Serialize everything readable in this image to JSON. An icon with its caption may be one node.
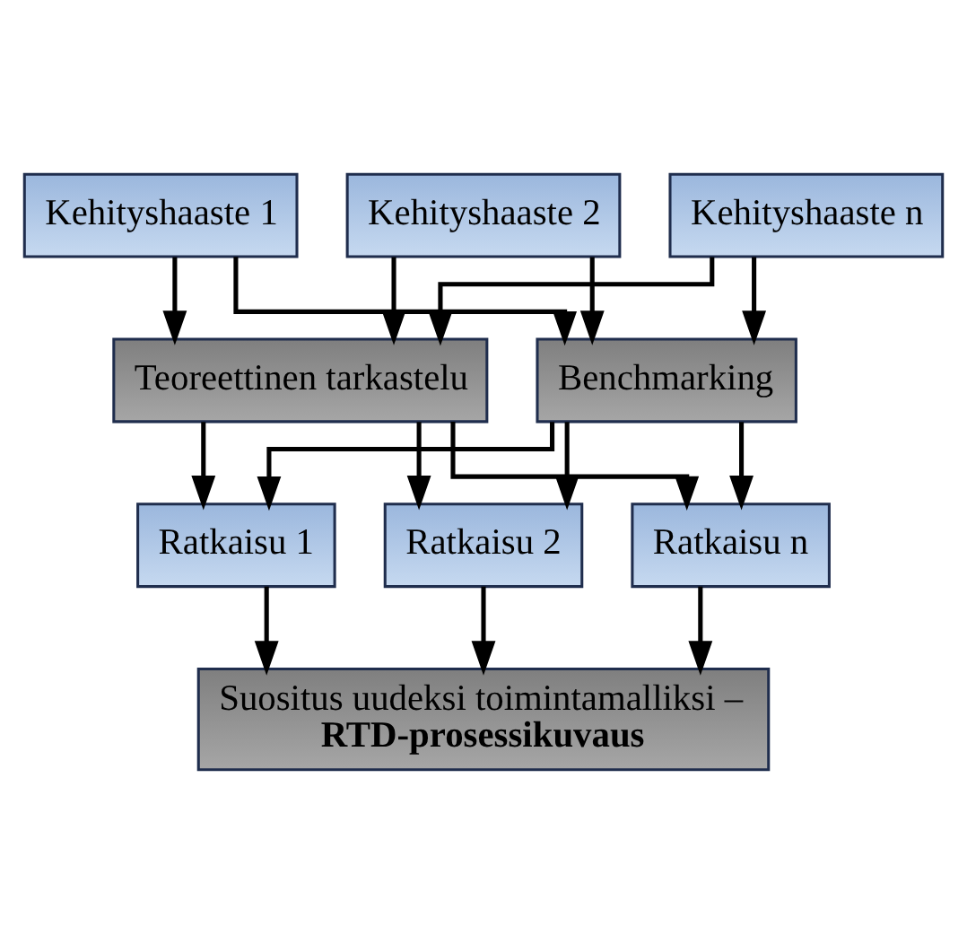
{
  "diagram": {
    "nodes": [
      {
        "text": [
          "Kehityshaaste 1"
        ]
      },
      {
        "text": [
          "Kehityshaaste 2"
        ]
      },
      {
        "text": [
          "Kehityshaaste n"
        ]
      },
      {
        "text": [
          "Teoreettinen tarkastelu"
        ]
      },
      {
        "text": [
          "Benchmarking"
        ]
      },
      {
        "text": [
          "Ratkaisu 1"
        ]
      },
      {
        "text": [
          "Ratkaisu 2"
        ]
      },
      {
        "text": [
          "Ratkaisu n"
        ]
      },
      {
        "text": [
          "Suositus uudeksi toimintamalliksi –",
          "RTD-prosessikuvaus"
        ]
      }
    ],
    "edges": [
      {
        "from": 0,
        "to": 3,
        "arrow": "to"
      },
      {
        "from": 1,
        "to": 3,
        "arrow": "to"
      },
      {
        "from": 2,
        "to": 3,
        "arrow": "to"
      },
      {
        "from": 0,
        "to": 4,
        "arrow": "to"
      },
      {
        "from": 1,
        "to": 4,
        "arrow": "to"
      },
      {
        "from": 2,
        "to": 4,
        "arrow": "to"
      },
      {
        "from": 3,
        "to": 5,
        "arrow": "to"
      },
      {
        "from": 3,
        "to": 6,
        "arrow": "to"
      },
      {
        "from": 3,
        "to": 7,
        "arrow": "to"
      },
      {
        "from": 4,
        "to": 5,
        "arrow": "to"
      },
      {
        "from": 4,
        "to": 6,
        "arrow": "to"
      },
      {
        "from": 4,
        "to": 7,
        "arrow": "to"
      },
      {
        "from": 5,
        "to": 8,
        "arrow": "to"
      },
      {
        "from": 6,
        "to": 8,
        "arrow": "to"
      },
      {
        "from": 7,
        "to": 8,
        "arrow": "to"
      }
    ]
  }
}
